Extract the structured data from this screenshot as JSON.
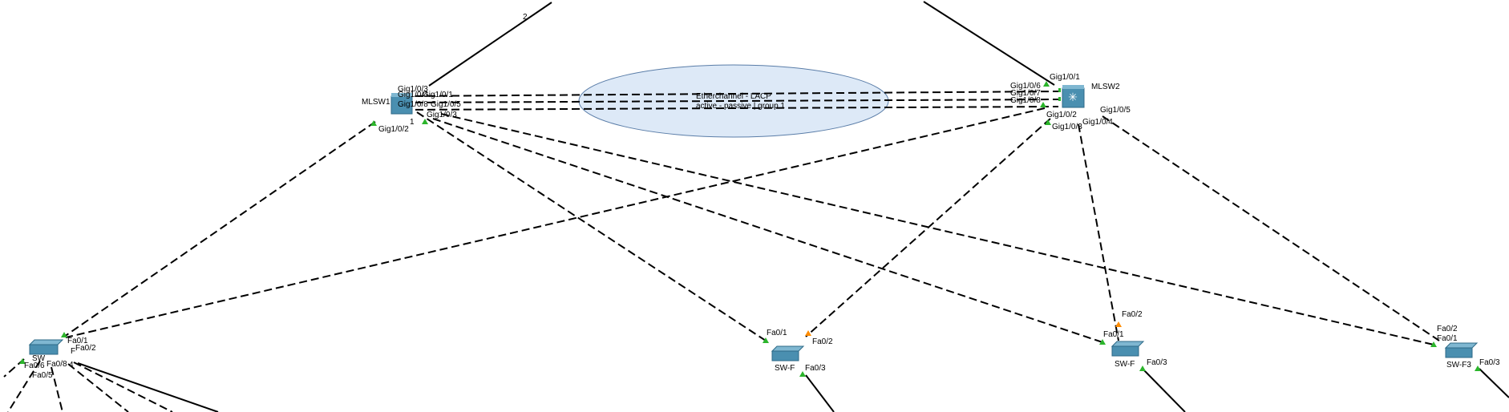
{
  "colors": {
    "link": "#000000",
    "port_up": "#2bb52b",
    "port_pending": "#ff8c00",
    "etherchannel_fill": "#dde9f7",
    "etherchannel_stroke": "#5a7da8",
    "device": "#4a8fb0"
  },
  "devices": {
    "mlsw1": {
      "name": "MLSW1",
      "icon": "multilayer-switch-icon"
    },
    "mlsw2": {
      "name": "MLSW2",
      "icon": "multilayer-switch-icon"
    },
    "sw_left": {
      "name": "SW",
      "icon": "switch-icon"
    },
    "sw_f_a": {
      "name": "SW-F",
      "icon": "switch-icon"
    },
    "sw_f_b": {
      "name": "SW-F",
      "icon": "switch-icon"
    },
    "sw_f3": {
      "name": "SW-F3",
      "icon": "switch-icon"
    }
  },
  "annotation": {
    "line1": "Etherchannel - LACP",
    "line2": "active - passive | group 1"
  },
  "top_link_label": "2",
  "ports": {
    "m1_g103": "Gig1/0/3",
    "m1_g104": "Gig1/0/4",
    "m1_g101": "Gig1/0/1",
    "m1_g108": "Gig1/0/8",
    "m1_g105": "Gig1/0/5",
    "m1_g103b": "Gig1/0/3",
    "m1_one": "1",
    "m1_g102": "Gig1/0/2",
    "m2_g101": "Gig1/0/1",
    "m2_g106": "Gig1/0/6",
    "m2_g107": "Gig1/0/7",
    "m2_g108": "Gig1/0/8",
    "m2_g105": "Gig1/0/5",
    "m2_g102": "Gig1/0/2",
    "m2_g103": "Gig1/0/3",
    "m2_g104": "Gig1/0/4",
    "swl_fa01": "Fa0/1",
    "swl_fa02": "Fa0/2",
    "swl_fa03": "F",
    "swl_fa08": "Fa0/8",
    "swl_fa04": "4",
    "swl_fa05": "Fa0/5",
    "swl_fa06": "Fa0/6",
    "swa_fa01": "Fa0/1",
    "swa_fa02": "Fa0/2",
    "swa_fa03": "Fa0/3",
    "swb_fa02": "Fa0/2",
    "swb_fa01": "Fa0/1",
    "swb_fa03": "Fa0/3",
    "sw3_fa02": "Fa0/2",
    "sw3_fa01": "Fa0/1",
    "sw3_fa03": "Fa0/3"
  }
}
